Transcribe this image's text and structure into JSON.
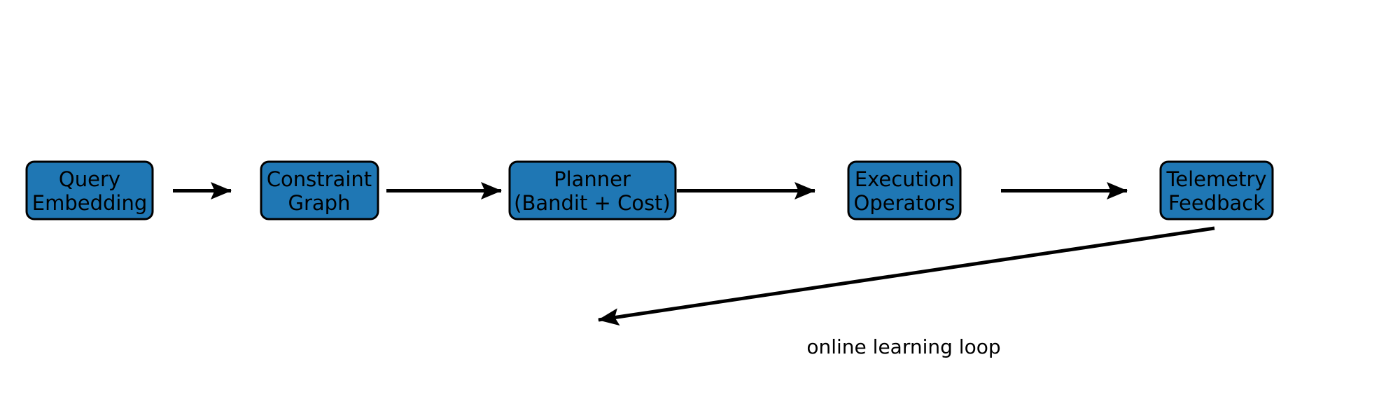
{
  "diagram": {
    "type": "flowchart",
    "direction": "left-to-right",
    "nodes": [
      {
        "id": "query-embedding",
        "label_line1": "Query",
        "label_line2": "Embedding"
      },
      {
        "id": "constraint-graph",
        "label_line1": "Constraint",
        "label_line2": "Graph"
      },
      {
        "id": "planner",
        "label_line1": "Planner",
        "label_line2": "(Bandit + Cost)"
      },
      {
        "id": "execution-operators",
        "label_line1": "Execution",
        "label_line2": "Operators"
      },
      {
        "id": "telemetry-feedback",
        "label_line1": "Telemetry",
        "label_line2": "Feedback"
      }
    ],
    "edges": [
      {
        "from": "query-embedding",
        "to": "constraint-graph"
      },
      {
        "from": "constraint-graph",
        "to": "planner"
      },
      {
        "from": "planner",
        "to": "execution-operators"
      },
      {
        "from": "execution-operators",
        "to": "telemetry-feedback"
      },
      {
        "from": "telemetry-feedback",
        "to": "planner-area",
        "label": "online learning loop",
        "style": "feedback"
      }
    ],
    "feedback_label": "online learning loop",
    "colors": {
      "node_fill": "#1f77b4",
      "node_border": "#000000",
      "arrow": "#000000",
      "text": "#000000",
      "background": "#ffffff"
    }
  }
}
